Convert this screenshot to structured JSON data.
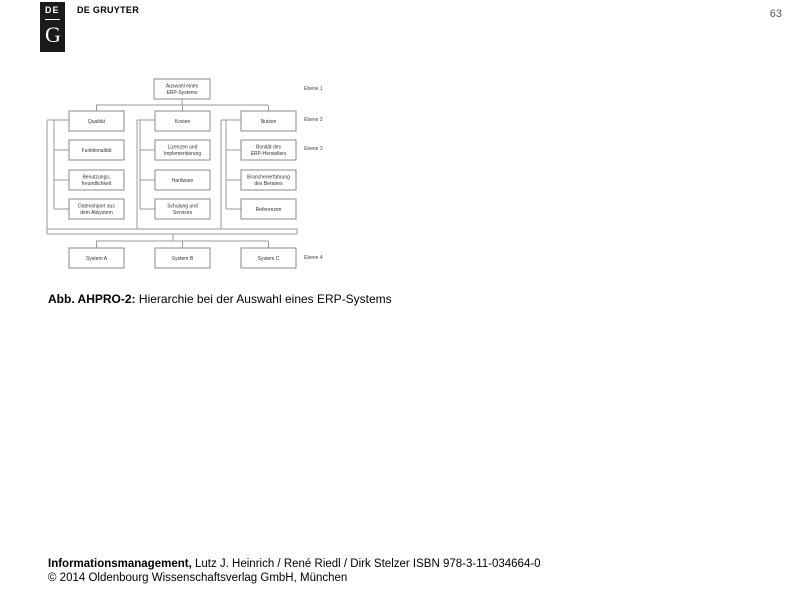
{
  "header": {
    "logo_top": "DE",
    "logo_bottom": "G",
    "publisher": "DE GRUYTER",
    "page_number": "63"
  },
  "diagram": {
    "root": [
      "Auswahl eines",
      "ERP-Systems"
    ],
    "criteria": [
      [
        "Qualität"
      ],
      [
        "Kosten"
      ],
      [
        "Nutzen"
      ]
    ],
    "subcriteria": [
      [
        [
          "Funktionalität"
        ],
        [
          "Benutzungs-",
          "freundlichkeit"
        ],
        [
          "Datenimport aus",
          "dem Altsystem"
        ]
      ],
      [
        [
          "Lizenzen und",
          "Implementierung"
        ],
        [
          "Hardware"
        ],
        [
          "Schulung und",
          "Services"
        ]
      ],
      [
        [
          "Bonität des",
          "ERP-Herstellers"
        ],
        [
          "Branchenerfahrung",
          "des Beraters"
        ],
        [
          "Referenzen"
        ]
      ]
    ],
    "alternatives": [
      [
        "System A"
      ],
      [
        "System B"
      ],
      [
        "System C"
      ]
    ],
    "levels": [
      "Ebene 1",
      "Ebene 2",
      "Ebene 3",
      "Ebene 4"
    ]
  },
  "caption": {
    "label": "Abb. AHPRO-2:",
    "text": "Hierarchie bei der Auswahl eines ERP-Systems"
  },
  "footer": {
    "title": "Informationsmanagement,",
    "authors": "Lutz J. Heinrich / René Riedl / Dirk Stelzer ISBN 978-3-11-034664-0",
    "copyright": "© 2014 Oldenbourg Wissenschaftsverlag GmbH, München"
  }
}
